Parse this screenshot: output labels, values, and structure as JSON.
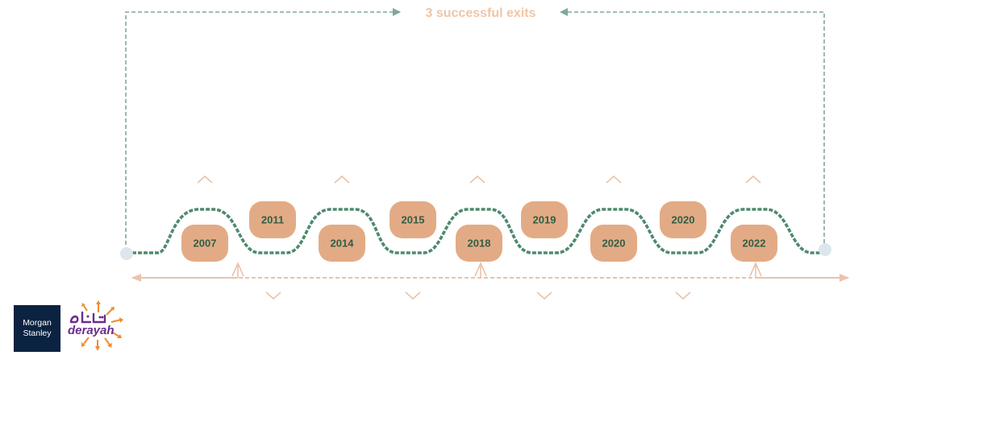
{
  "colors": {
    "green": "#4e8a6e",
    "green_light": "#7fa897",
    "orange": "#e3ab85",
    "orange_light": "#eac3a8",
    "year_text": "#2f5f47",
    "exits_text": "#efc5a6",
    "ms_navy": "#0b2240",
    "derayah_purple": "#6b2d8c",
    "derayah_orange": "#ef8c2e"
  },
  "exits_label": "3 successful exits",
  "years": [
    {
      "label": "2007",
      "row": "lower"
    },
    {
      "label": "2011",
      "row": "upper"
    },
    {
      "label": "2014",
      "row": "lower"
    },
    {
      "label": "2015",
      "row": "upper"
    },
    {
      "label": "2018",
      "row": "lower"
    },
    {
      "label": "2019",
      "row": "upper"
    },
    {
      "label": "2020",
      "row": "lower"
    },
    {
      "label": "2020",
      "row": "upper"
    },
    {
      "label": "2022",
      "row": "lower"
    }
  ],
  "logos": {
    "morgan_stanley": {
      "line1": "Morgan",
      "line2": "Stanley"
    },
    "derayah": {
      "wordmark": "derayah"
    }
  }
}
